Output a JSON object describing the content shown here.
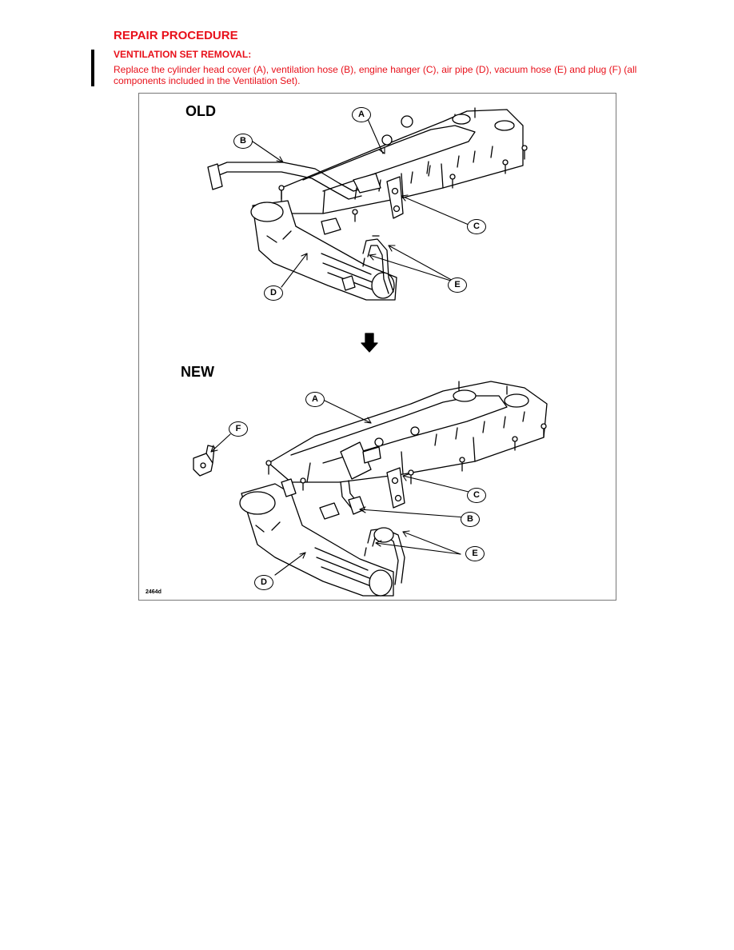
{
  "section": {
    "title": "REPAIR PROCEDURE",
    "subtitle": "VENTILATION SET REMOVAL:",
    "paragraph": "Replace the cylinder head cover (A), ventilation hose (B), engine hanger (C), air pipe (D), vacuum hose (E) and plug (F) (all components included in the Ventilation Set)."
  },
  "figure": {
    "old_label": "OLD",
    "new_label": "NEW",
    "figure_id": "2464d",
    "callouts_old": [
      "A",
      "B",
      "C",
      "D",
      "E"
    ],
    "callouts_new": [
      "A",
      "F",
      "C",
      "B",
      "E",
      "D"
    ]
  },
  "colors": {
    "heading": "#e8101a",
    "line": "#000000"
  }
}
